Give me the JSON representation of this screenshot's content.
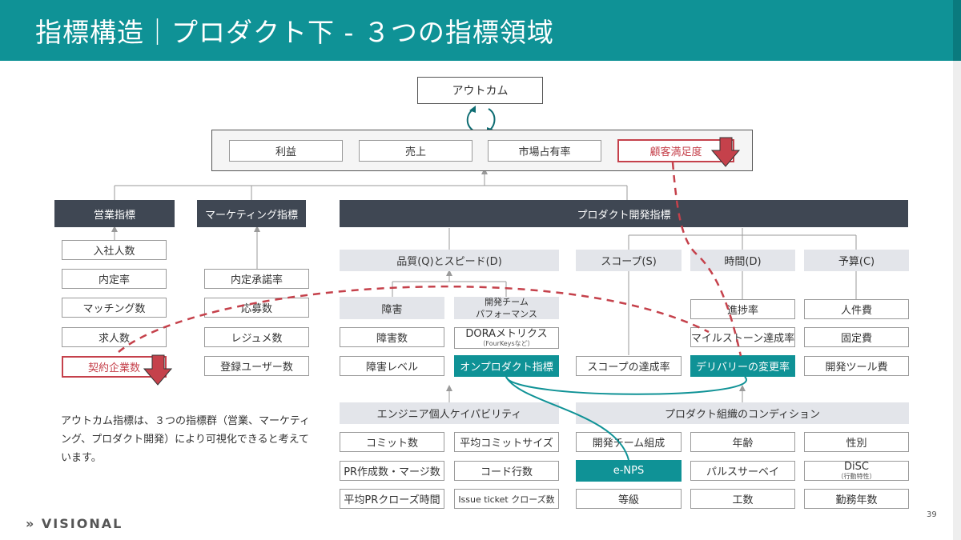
{
  "title": "指標構造｜プロダクト下 - ３つの指標領域",
  "outcome": "アウトカム",
  "top_metrics": [
    "利益",
    "売上",
    "市場占有率",
    "顧客満足度"
  ],
  "categories": {
    "sales": "営業指標",
    "marketing": "マーケティング指標",
    "product": "プロダクト開発指標"
  },
  "sales_items": [
    "入社人数",
    "内定率",
    "マッチング数",
    "求人数",
    "契約企業数"
  ],
  "marketing_items": [
    "内定承諾率",
    "応募数",
    "レジュメ数",
    "登録ユーザー数"
  ],
  "product_subcategories": {
    "quality_speed": "品質(Q)とスピード(D)",
    "scope": "スコープ(S)",
    "time": "時間(D)",
    "budget": "予算(C)"
  },
  "quality": {
    "failure_header": "障害",
    "team_header_line1": "開発チーム",
    "team_header_line2": "パフォーマンス",
    "failure_items": [
      "障害数",
      "障害レベル"
    ],
    "dora_label": "DORAメトリクス",
    "dora_note": "（FourKeysなど）",
    "onproduct": "オンプロダクト指標"
  },
  "scope_items": [
    "スコープの達成率"
  ],
  "time_items": [
    "進捗率",
    "マイルストーン達成率",
    "デリバリーの変更率"
  ],
  "budget_items": [
    "人件費",
    "固定費",
    "開発ツール費"
  ],
  "engineer": {
    "header": "エンジニア個人ケイパビリティ",
    "items": [
      "コミット数",
      "平均コミットサイズ",
      "PR作成数・マージ数",
      "コード行数",
      "平均PRクローズ時間",
      "Issue ticket クローズ数"
    ]
  },
  "org": {
    "header": "プロダクト組織のコンディション",
    "items": [
      "開発チーム組成",
      "年齢",
      "性別",
      "e-NPS",
      "パルスサーベイ",
      "等級",
      "工数",
      "勤務年数"
    ],
    "disc_label": "DiSC",
    "disc_note": "（行動特性）"
  },
  "description": "アウトカム指標は、３つの指標群（営業、マーケティング、プロダクト開発）により可視化できると考えています。",
  "logo": "VISIONAL",
  "page_number": "39",
  "colors": {
    "header_teal": "#0f9296",
    "dark_box": "#3f4753",
    "gray_box": "#e3e5ea",
    "highlight_red": "#c5414b",
    "highlight_teal": "#0f9296"
  }
}
